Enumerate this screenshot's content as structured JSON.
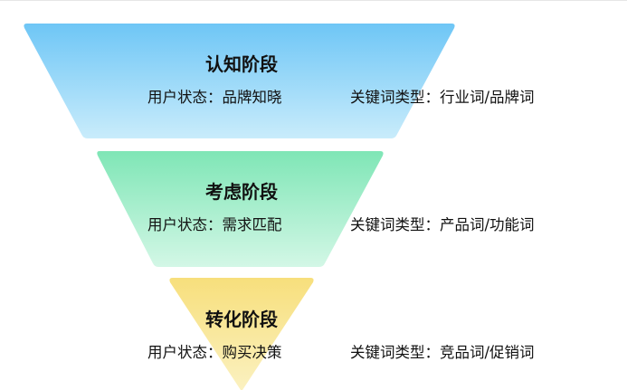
{
  "stages": [
    {
      "title": "认知阶段",
      "user_state_label": "用户状态：",
      "user_state": "品牌知晓",
      "keyword_label": "关键词类型：",
      "keyword_type": "行业词/品牌词",
      "color_top": "#6ec6f6",
      "color_bottom": "#c9ecfb"
    },
    {
      "title": "考虑阶段",
      "user_state_label": "用户状态：",
      "user_state": "需求匹配",
      "keyword_label": "关键词类型：",
      "keyword_type": "产品词/功能词",
      "color_top": "#7fe6b6",
      "color_bottom": "#d3f7e6"
    },
    {
      "title": "转化阶段",
      "user_state_label": "用户状态：",
      "user_state": "购买决策",
      "keyword_label": "关键词类型：",
      "keyword_type": "竞品词/促销词",
      "color_top": "#f7df7c",
      "color_bottom": "#fbf1c0"
    }
  ]
}
